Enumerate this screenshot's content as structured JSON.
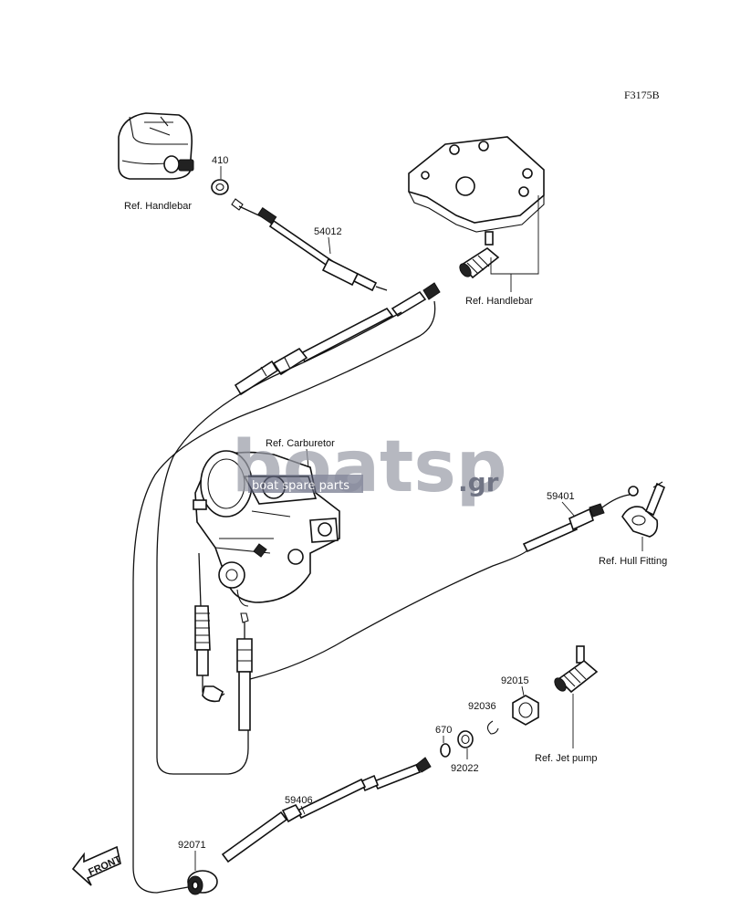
{
  "diagram_code": "F3175B",
  "watermark": {
    "text": "boatsp",
    "subtext": "boat spare parts",
    "suffix": ".gr",
    "color": "#3a3f56"
  },
  "front_marker": "FRONT",
  "labels": {
    "ref_handlebar_left": "Ref. Handlebar",
    "ref_handlebar_right": "Ref. Handlebar",
    "ref_carburetor": "Ref. Carburetor",
    "ref_hull_fitting": "Ref. Hull Fitting",
    "ref_jet_pump": "Ref. Jet pump"
  },
  "parts": {
    "p410": "410",
    "p54012": "54012",
    "p59401": "59401",
    "p92015": "92015",
    "p92036": "92036",
    "p670": "670",
    "p92022": "92022",
    "p59406": "59406",
    "p92071": "92071"
  }
}
